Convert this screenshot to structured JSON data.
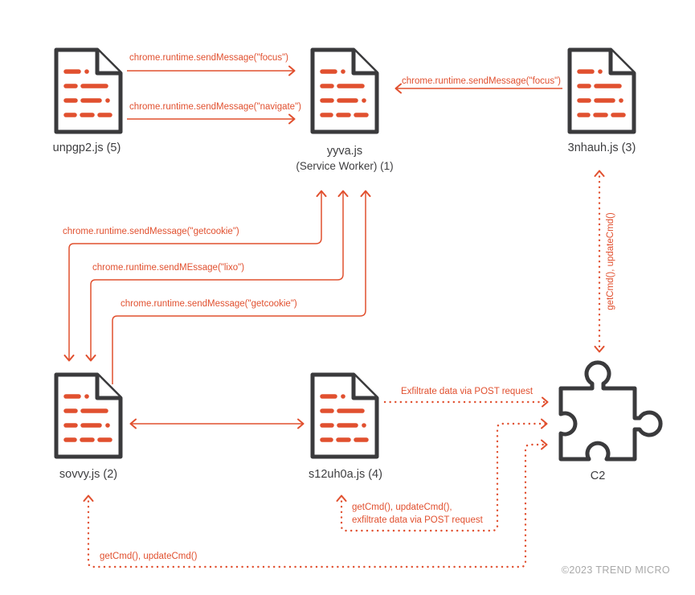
{
  "title": "Chrome extension component communication diagram",
  "colors": {
    "accent": "#E1502F",
    "outline": "#3A3A3C",
    "node_label": "#3E3E40",
    "copyright": "#A9A9A9",
    "background": "#FFFFFF"
  },
  "nodes": {
    "unpgp2": {
      "label": "unpgp2.js (5)",
      "icon": "document-icon"
    },
    "yyva": {
      "label": "yyva.js",
      "sublabel": "(Service Worker) (1)",
      "icon": "document-icon"
    },
    "3nhauh": {
      "label": "3nhauh.js (3)",
      "icon": "document-icon"
    },
    "sovvy": {
      "label": "sovvy.js (2)",
      "icon": "document-icon"
    },
    "s12uh0a": {
      "label": "s12uh0a.js (4)",
      "icon": "document-icon"
    },
    "c2": {
      "label": "C2",
      "icon": "puzzle-piece-icon"
    }
  },
  "edges": {
    "unpgp2_focus": {
      "label": "chrome.runtime.sendMessage(\"focus\")",
      "from": "unpgp2.js",
      "to": "yyva.js",
      "style": "solid"
    },
    "unpgp2_navigate": {
      "label": "chrome.runtime.sendMessage(\"navigate\")",
      "from": "unpgp2.js",
      "to": "yyva.js",
      "style": "solid"
    },
    "3nhauh_focus": {
      "label": "chrome.runtime.sendMessage(\"focus\")",
      "from": "3nhauh.js",
      "to": "yyva.js",
      "style": "solid"
    },
    "sovvy_getcookie_1": {
      "label": "chrome.runtime.sendMessage(\"getcookie\")",
      "from": "sovvy.js",
      "to": "yyva.js",
      "style": "solid"
    },
    "sovvy_lixo": {
      "label": "chrome.runtime.sendMEssage(\"lixo\")",
      "from": "sovvy.js",
      "to": "yyva.js",
      "style": "solid"
    },
    "sovvy_getcookie_2": {
      "label": "chrome.runtime.sendMessage(\"getcookie\")",
      "from": "sovvy.js",
      "to": "yyva.js",
      "style": "solid"
    },
    "sovvy_s12uh0a": {
      "label": "",
      "from": "sovvy.js",
      "to": "s12uh0a.js",
      "style": "solid-double"
    },
    "exfiltrate_post": {
      "label": "Exfiltrate data via POST request",
      "from": "s12uh0a.js",
      "to": "C2",
      "style": "dotted"
    },
    "c2_s12uh0a": {
      "label_line1": "getCmd(), updateCmd(),",
      "label_line2": "exfiltrate data via POST request",
      "from": "C2",
      "to": "s12uh0a.js",
      "style": "dotted-double"
    },
    "c2_sovvy": {
      "label": "getCmd(), updateCmd()",
      "from": "C2",
      "to": "sovvy.js",
      "style": "dotted-double"
    },
    "c2_3nhauh": {
      "label": "getCmd(), updateCmd()",
      "from": "C2",
      "to": "3nhauh.js",
      "style": "dotted-double"
    }
  },
  "footer": {
    "copyright": "©2023 TREND MICRO"
  }
}
